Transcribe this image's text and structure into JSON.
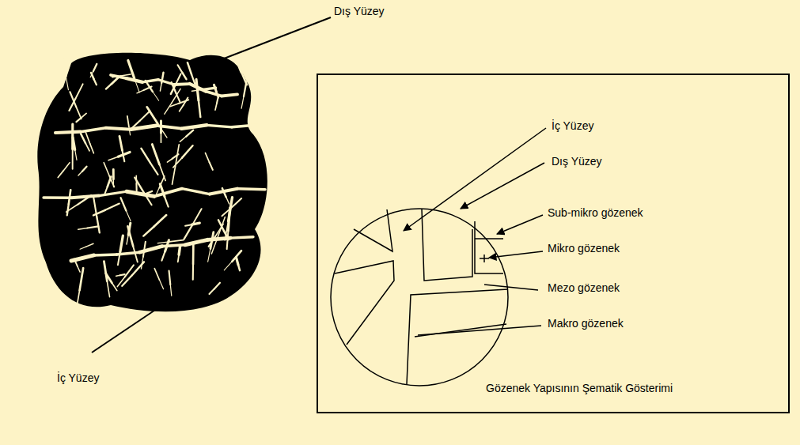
{
  "diagram": {
    "nodes": [
      {
        "text": [
          "İç Yüzey",
          "Dış Yüzey",
          "Sub-mikro gözenek",
          "Mikro gözenek",
          "Mezo gözenek",
          "Makro gözenek",
          "Gözenek Yapısının Şematik Gösterimi"
        ]
      }
    ],
    "labels": [
      "Dış Yüzey",
      "İç Yüzey"
    ]
  }
}
